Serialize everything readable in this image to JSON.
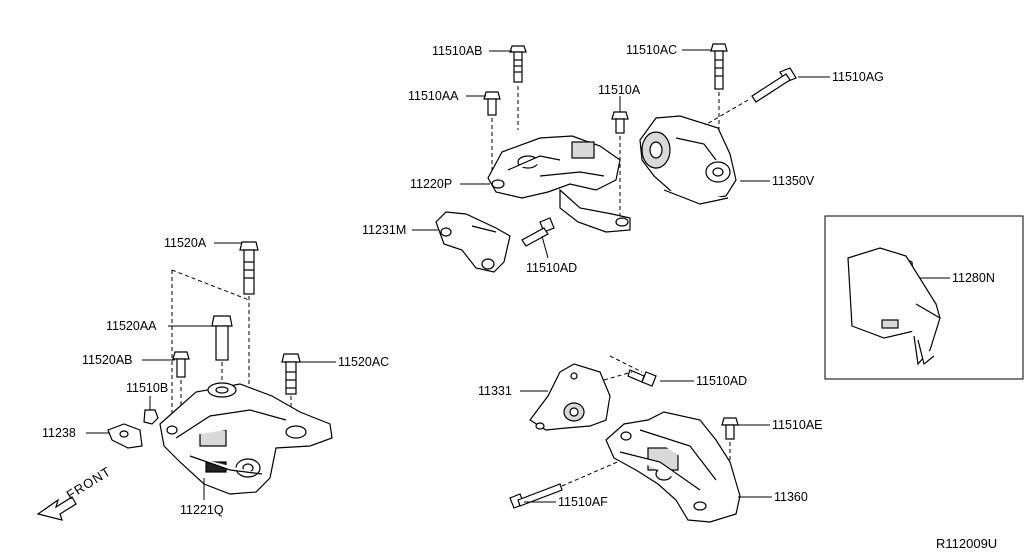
{
  "diagram": {
    "reference_code": "R112009U",
    "front_label": "FRONT",
    "parts": {
      "p11510AB": "11510AB",
      "p11510AC": "11510AC",
      "p11510AG": "11510AG",
      "p11510AA": "11510AA",
      "p11510A": "11510A",
      "p11220P": "11220P",
      "p11350V": "11350V",
      "p11231M": "11231M",
      "p11510AD_top": "11510AD",
      "p11280N": "11280N",
      "p11520A": "11520A",
      "p11520AA": "11520AA",
      "p11520AB": "11520AB",
      "p11520AC": "11520AC",
      "p11510B": "11510B",
      "p11238": "11238",
      "p11221Q": "11221Q",
      "p11331": "11331",
      "p11510AD_bottom": "11510AD",
      "p11510AE": "11510AE",
      "p11510AF": "11510AF",
      "p11360": "11360"
    }
  }
}
